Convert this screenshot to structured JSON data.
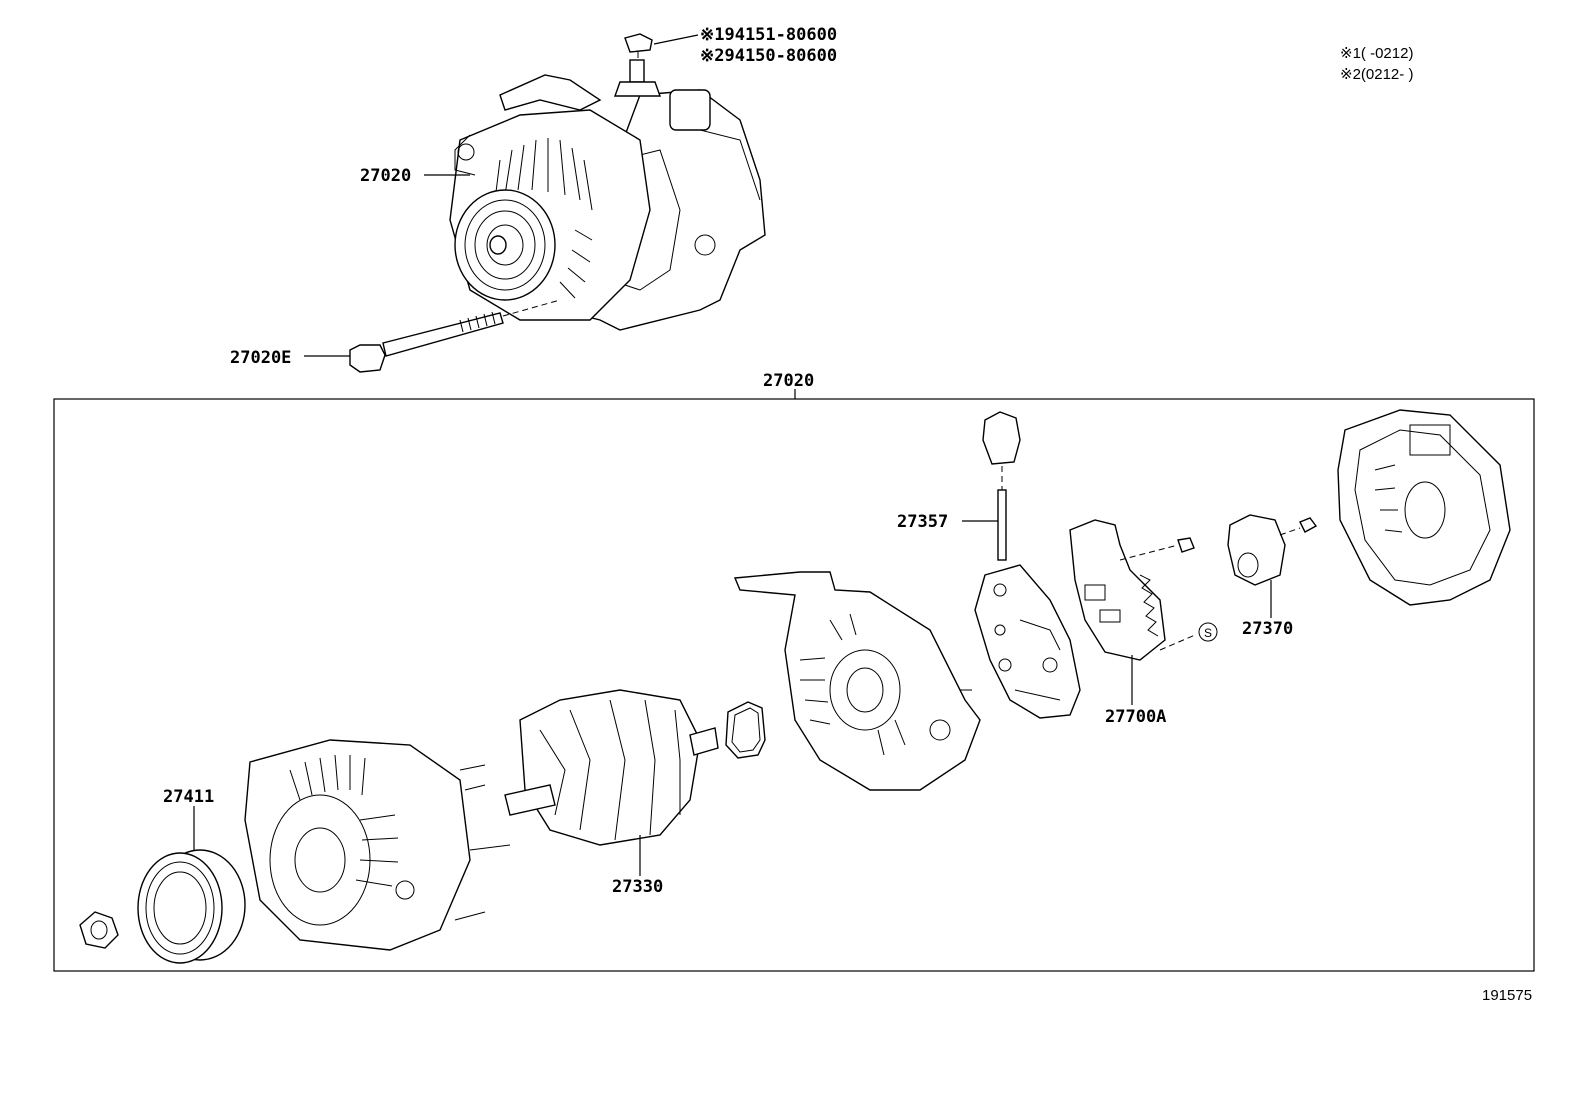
{
  "notes": {
    "n1": "※1(        -0212)",
    "n2": "※2(0212-        )"
  },
  "bolt_refs": {
    "r1": "※194151-80600",
    "r2": "※294150-80600"
  },
  "labels": {
    "alternator_assy": "27020",
    "bolt": "27020E",
    "group": "27020",
    "terminal_insulator": "27357",
    "brush_holder": "27370",
    "regulator": "27700A",
    "pulley": "27411",
    "rotor": "27330",
    "s_mark": "S"
  },
  "figure_id": "191575"
}
